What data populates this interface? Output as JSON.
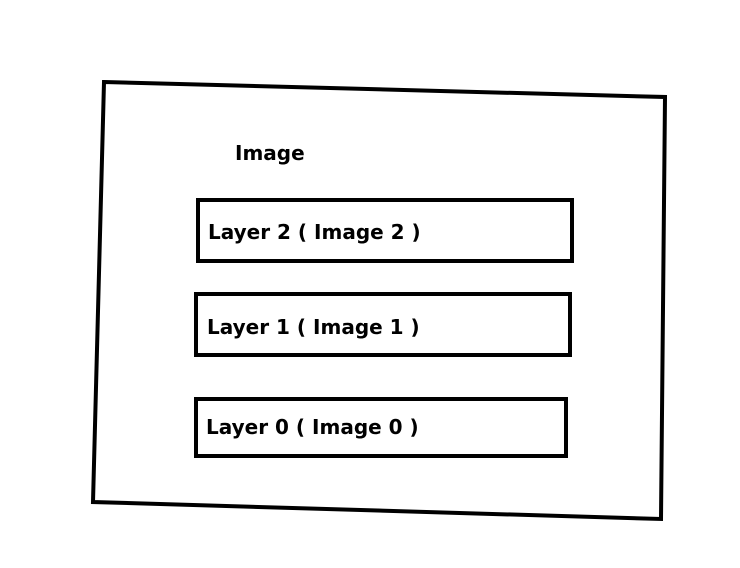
{
  "diagram": {
    "title": "Image",
    "layers": [
      {
        "label": "Layer 2 ( Image 2 )"
      },
      {
        "label": "Layer 1 ( Image 1 )"
      },
      {
        "label": "Layer 0 ( Image 0 )"
      }
    ],
    "colors": {
      "stroke": "#000000",
      "background": "#ffffff"
    }
  }
}
